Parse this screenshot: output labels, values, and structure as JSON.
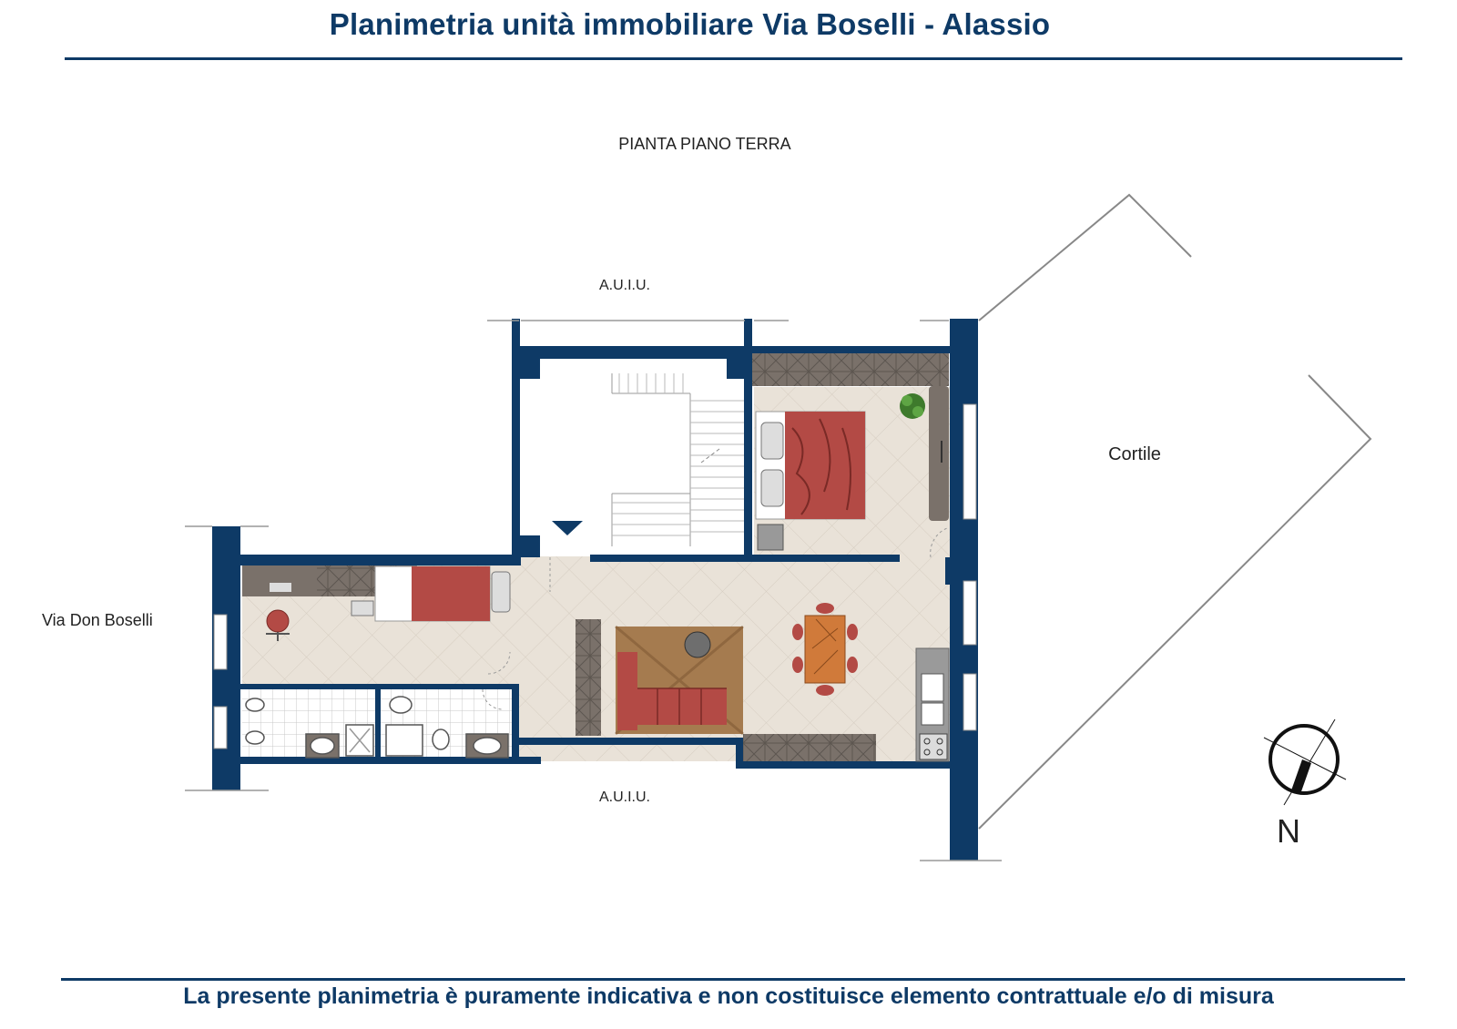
{
  "header": {
    "title": "Planimetria unità immobiliare Via Boselli - Alassio"
  },
  "plan": {
    "floor_label": "PIANTA PIANO TERRA",
    "neighbor_top": "A.U.I.U.",
    "neighbor_bottom": "A.U.I.U.",
    "street_label": "Via Don Boselli",
    "courtyard_label": "Cortile",
    "north_label": "N"
  },
  "colors": {
    "wall": "#0e3a66",
    "floor_tile": "#e8e1d7",
    "furniture_red": "#b34a45",
    "cabinet": "#7a716a",
    "title_blue": "#0e3a66"
  },
  "footer": {
    "disclaimer": "La presente planimetria è puramente indicativa e non costituisce elemento contrattuale e/o di misura"
  }
}
